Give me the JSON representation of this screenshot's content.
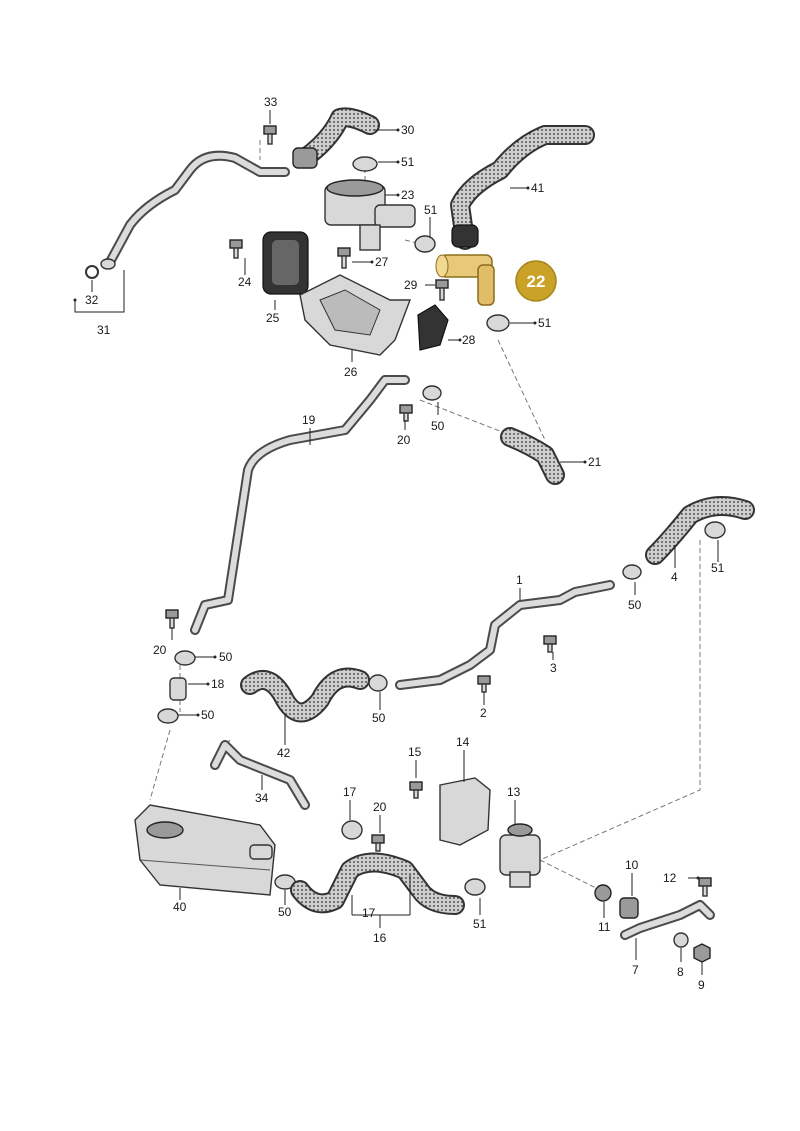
{
  "diagram": {
    "highlight": {
      "label": "22",
      "color": "#c9a227",
      "text_color": "#ffffff"
    },
    "labels": [
      {
        "id": "l33",
        "text": "33"
      },
      {
        "id": "l30",
        "text": "30"
      },
      {
        "id": "l51a",
        "text": "51"
      },
      {
        "id": "l23",
        "text": "23"
      },
      {
        "id": "l41",
        "text": "41"
      },
      {
        "id": "l51b",
        "text": "51"
      },
      {
        "id": "l24",
        "text": "24"
      },
      {
        "id": "l27",
        "text": "27"
      },
      {
        "id": "l29",
        "text": "29"
      },
      {
        "id": "l32",
        "text": "32"
      },
      {
        "id": "l31",
        "text": "31"
      },
      {
        "id": "l25",
        "text": "25"
      },
      {
        "id": "l28",
        "text": "28"
      },
      {
        "id": "l51c",
        "text": "51"
      },
      {
        "id": "l26",
        "text": "26"
      },
      {
        "id": "l19",
        "text": "19"
      },
      {
        "id": "l20a",
        "text": "20"
      },
      {
        "id": "l50a",
        "text": "50"
      },
      {
        "id": "l21",
        "text": "21"
      },
      {
        "id": "l4",
        "text": "4"
      },
      {
        "id": "l51d",
        "text": "51"
      },
      {
        "id": "l1",
        "text": "1"
      },
      {
        "id": "l50b",
        "text": "50"
      },
      {
        "id": "l20b",
        "text": "20"
      },
      {
        "id": "l50c",
        "text": "50"
      },
      {
        "id": "l3",
        "text": "3"
      },
      {
        "id": "l18",
        "text": "18"
      },
      {
        "id": "l50d",
        "text": "50"
      },
      {
        "id": "l50e",
        "text": "50"
      },
      {
        "id": "l2",
        "text": "2"
      },
      {
        "id": "l42",
        "text": "42"
      },
      {
        "id": "l15",
        "text": "15"
      },
      {
        "id": "l14",
        "text": "14"
      },
      {
        "id": "l34",
        "text": "34"
      },
      {
        "id": "l17a",
        "text": "17"
      },
      {
        "id": "l20c",
        "text": "20"
      },
      {
        "id": "l13",
        "text": "13"
      },
      {
        "id": "l10",
        "text": "10"
      },
      {
        "id": "l12",
        "text": "12"
      },
      {
        "id": "l40",
        "text": "40"
      },
      {
        "id": "l50f",
        "text": "50"
      },
      {
        "id": "l17b",
        "text": "17"
      },
      {
        "id": "l16",
        "text": "16"
      },
      {
        "id": "l51e",
        "text": "51"
      },
      {
        "id": "l11",
        "text": "11"
      },
      {
        "id": "l7",
        "text": "7"
      },
      {
        "id": "l8",
        "text": "8"
      },
      {
        "id": "l9",
        "text": "9"
      }
    ]
  }
}
